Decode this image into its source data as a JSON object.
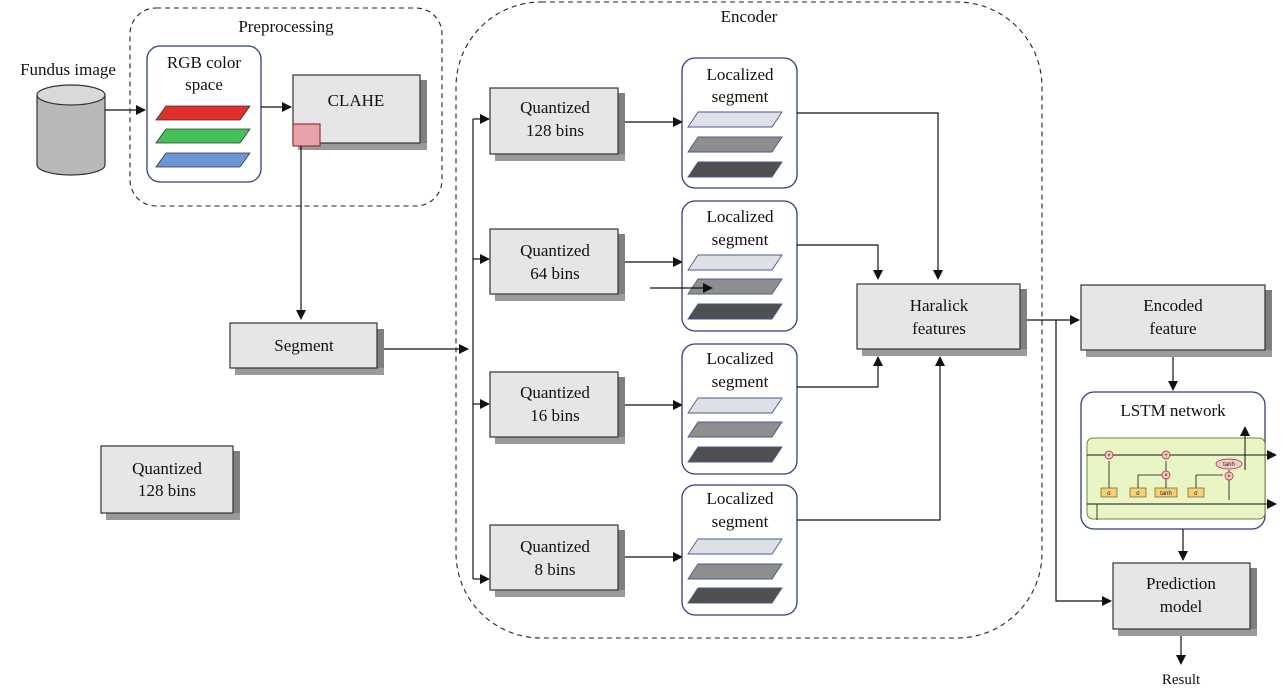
{
  "labels": {
    "fundus_image": "Fundus image",
    "preprocessing": "Preprocessing",
    "rgb_line1": "RGB color",
    "rgb_line2": "space",
    "clahe": "CLAHE",
    "segment": "Segment",
    "quantized_legend_1": "Quantized",
    "quantized_legend_2": "128 bins",
    "encoder": "Encoder",
    "quantized": "Quantized",
    "bins_128": "128 bins",
    "bins_64": "64 bins",
    "bins_16": "16 bins",
    "bins_8": "8 bins",
    "localized": "Localized",
    "segment_word": "segment",
    "haralick_1": "Haralick",
    "haralick_2": "features",
    "encoded_1": "Encoded",
    "encoded_2": "feature",
    "lstm": "LSTM network",
    "prediction_1": "Prediction",
    "prediction_2": "model",
    "result": "Result",
    "lstm_tanh": "tanh",
    "lstm_sigma": "σ",
    "lstm_times": "×",
    "lstm_plus": "+"
  },
  "colors": {
    "rgb_red": "#e0302a",
    "rgb_green": "#46c15a",
    "rgb_blue": "#6f95d6",
    "layer_light": "#dde0e6",
    "layer_mid": "#8e8e8e",
    "layer_dark": "#4f4f4f",
    "lstm_bg": "#eaf5c6",
    "clahe_patch": "#e8a3a8",
    "cylinder": "#b8b8b8"
  }
}
